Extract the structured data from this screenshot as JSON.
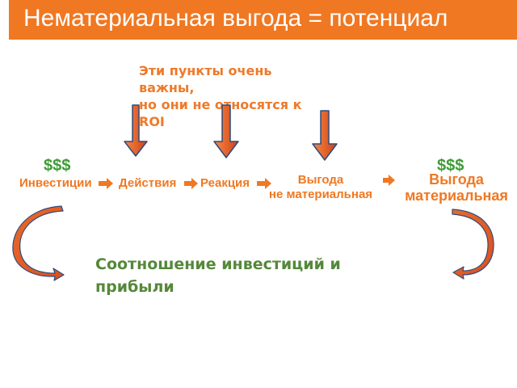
{
  "title": "Нематериальная выгода = потенциал",
  "note": {
    "line1": "Эти пункты очень",
    "line2": "важны,",
    "line3": "но они не относятся к",
    "line4": "ROI"
  },
  "flow": {
    "investments": {
      "symbol": "$$$",
      "label": "Инвестиции"
    },
    "actions": "Действия",
    "reaction": "Реакция",
    "benefit_intangible": {
      "line1": "Выгода",
      "line2": "не материальная"
    },
    "benefit_tangible": {
      "symbol": "$$$",
      "line1": "Выгода",
      "line2": "материальная"
    }
  },
  "ratio_caption": {
    "line1": "Соотношение инвестиций и",
    "line2": "прибыли"
  },
  "colors": {
    "title_bar": "#f07822",
    "accent_orange": "#f07822",
    "arrow_red": "#c8421e",
    "dollar_green": "#3e9b36",
    "caption_green": "#55883a",
    "curve_blue": "#2f4b7c"
  }
}
